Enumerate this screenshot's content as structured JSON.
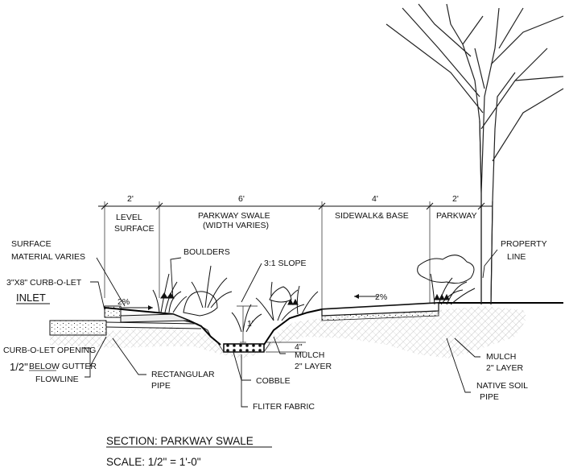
{
  "dimensions": {
    "d1": "2'",
    "d2": "6'",
    "d3": "4'",
    "d4": "2'"
  },
  "zones": {
    "level_surface_1": "LEVEL",
    "level_surface_2": "SURFACE",
    "parkway_swale_1": "PARKWAY SWALE",
    "parkway_swale_2": "(WIDTH VARIES)",
    "sidewalk": "SIDEWALK& BASE",
    "parkway": "PARKWAY"
  },
  "labels": {
    "surface_1": "SURFACE",
    "surface_2": "MATERIAL VARIES",
    "boulders": "BOULDERS",
    "slope": "3:1 SLOPE",
    "property_1": "PROPERTY",
    "property_2": "LINE",
    "curb_o_let": "3\"X8\" CURB-O-LET",
    "inlet": "INLET",
    "pct_left": "2%",
    "pct_right": "2%",
    "small_1": "1'",
    "small_2": "4\"",
    "opening_1": "CURB-O-LET OPENING",
    "opening_frac": "1/2\"",
    "opening_2": "BELOW GUTTER",
    "opening_3": "FLOWLINE",
    "rect_pipe_1": "RECTANGULAR",
    "rect_pipe_2": "PIPE",
    "cobble": "COBBLE",
    "mulch_a_1": "MULCH",
    "mulch_a_2": "2\" LAYER",
    "mulch_b_1": "MULCH",
    "mulch_b_2": "2\" LAYER",
    "native_1": "NATIVE SOIL",
    "native_2": "PIPE",
    "filter": "FLITER FABRIC"
  },
  "title": {
    "section": "SECTION: PARKWAY SWALE",
    "scale": "SCALE: 1/2\" = 1'-0\""
  }
}
